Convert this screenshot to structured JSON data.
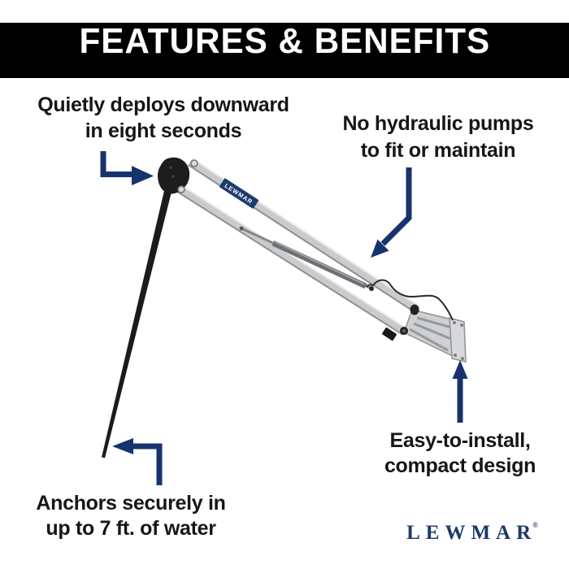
{
  "header": {
    "title": "FEATURES & BENEFITS"
  },
  "callouts": {
    "top_left": {
      "line1": "Quietly deploys downward",
      "line2": "in eight seconds"
    },
    "top_right": {
      "line1": "No hydraulic pumps",
      "line2": "to fit or maintain"
    },
    "bottom_left": {
      "line1": "Anchors securely in",
      "line2": "up to 7 ft. of water"
    },
    "bottom_right": {
      "line1": "Easy-to-install,",
      "line2": "compact design"
    }
  },
  "product": {
    "arm_label": "LEWMAR"
  },
  "brand": {
    "name": "LEWMAR",
    "registered": "®"
  },
  "icons": {
    "arrow_top_left": "arrow-right",
    "arrow_top_right": "arrow-down-left",
    "arrow_bottom_left": "arrow-left",
    "arrow_bottom_right": "arrow-up"
  },
  "colors": {
    "arrow_navy": "#17336e",
    "brand_navy": "#1c3968",
    "header_bg": "#000000",
    "header_text": "#ffffff",
    "body_text": "#161616",
    "arm_silver": "#c9cbcd",
    "strut_gray": "#6c6f73",
    "pole_black": "#1b1b1b"
  }
}
